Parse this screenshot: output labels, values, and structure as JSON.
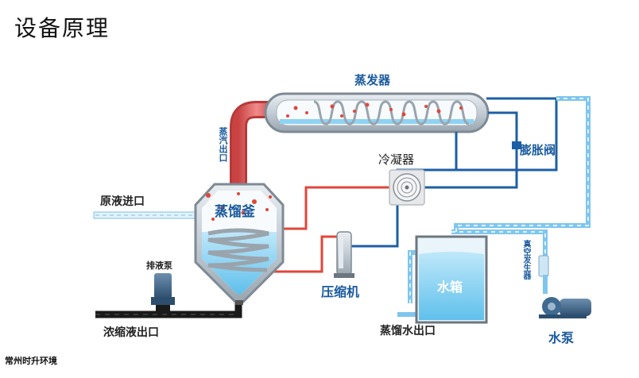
{
  "title": "设备原理",
  "labels": {
    "evaporator": "蒸发器",
    "steam_outlet": "蒸汽出口",
    "expansion_valve": "膨胀阀",
    "condenser": "冷凝器",
    "raw_inlet": "原液进口",
    "distill_kettle": "蒸馏釜",
    "drain_pump": "排液泵",
    "compressor": "压缩机",
    "water_tank": "水箱",
    "vacuum_generator": "真空发生器",
    "concentrate_outlet": "浓缩液出口",
    "distillate_outlet": "蒸馏水出口",
    "water_pump": "水泵"
  },
  "footer": "常州时升环境",
  "colors": {
    "refrigerant_hot": "#e0473b",
    "refrigerant_cold": "#1d5fa6",
    "water_light": "#8fd3f4",
    "steel": "#b9c3cc",
    "pipe_black": "#1a1a1a",
    "label_blue": "#1a5a9e"
  }
}
